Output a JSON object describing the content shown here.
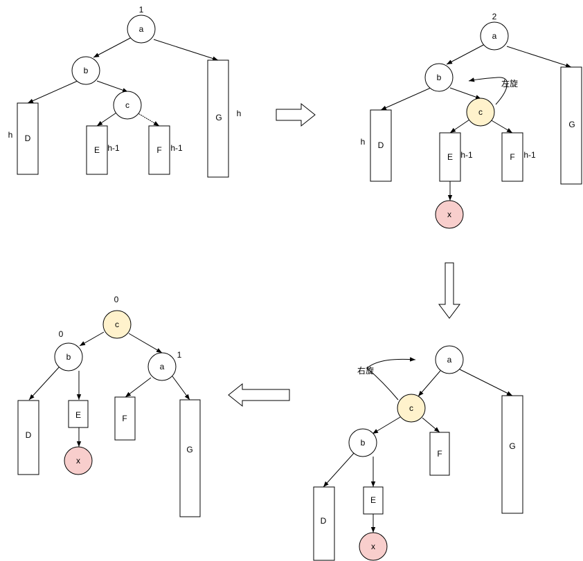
{
  "colors": {
    "node_default": "#ffffff",
    "node_rotate_pivot": "#fff2cc",
    "node_rotate_pivot_border": "#d6b656",
    "node_inserted": "#f8cecc",
    "node_inserted_border": "#b85450"
  },
  "panel1": {
    "balance_a": "1",
    "node_a": "a",
    "node_b": "b",
    "node_c": "c",
    "box_d": "D",
    "box_e": "E",
    "box_f": "F",
    "box_g": "G",
    "height_d": "h",
    "height_e": "h-1",
    "height_f": "h-1",
    "height_g": "h"
  },
  "panel2": {
    "balance_a": "2",
    "node_a": "a",
    "node_b": "b",
    "node_c": "c",
    "box_d": "D",
    "box_e": "E",
    "box_f": "F",
    "box_g": "G",
    "height_d": "h",
    "height_e": "h-1",
    "height_f": "h-1",
    "node_x": "x",
    "rotation_label": "左旋"
  },
  "panel3": {
    "node_a": "a",
    "node_b": "b",
    "node_c": "c",
    "box_d": "D",
    "box_e": "E",
    "box_f": "F",
    "box_g": "G",
    "node_x": "x",
    "rotation_label": "右旋"
  },
  "panel4": {
    "balance_c": "0",
    "balance_b": "0",
    "balance_a": "1",
    "node_a": "a",
    "node_b": "b",
    "node_c": "c",
    "box_d": "D",
    "box_e": "E",
    "box_f": "F",
    "box_g": "G",
    "node_x": "x"
  }
}
